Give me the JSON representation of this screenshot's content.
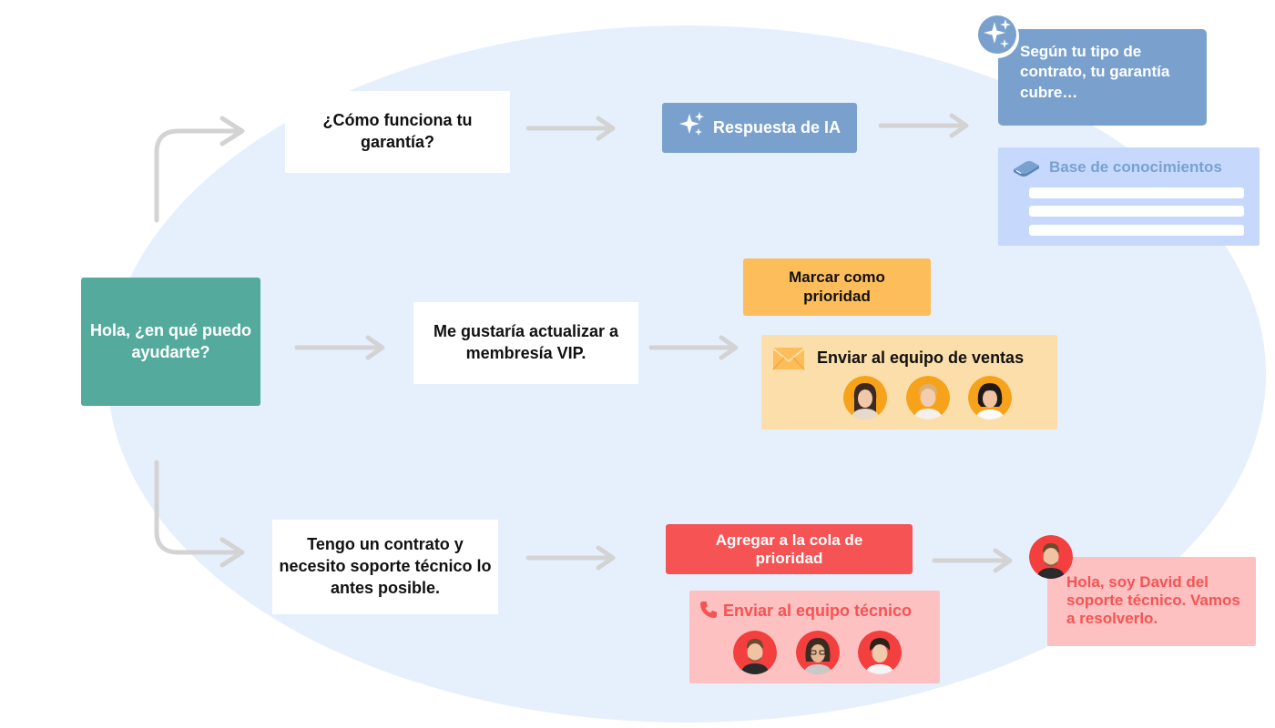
{
  "greeting": "Hola, ¿en qué puedo ayudarte?",
  "flows": [
    {
      "question": "¿Cómo funciona tu garantía?",
      "ai_label": "Respuesta de IA",
      "ai_answer": "Según tu tipo de contrato, tu garantía cubre…",
      "knowledge_base": "Base de conocimientos"
    },
    {
      "question": "Me gustaría actualizar a membresía VIP.",
      "tag": "Marcar como prioridad",
      "team": "Enviar al equipo de ventas"
    },
    {
      "question": "Tengo un contrato y necesito soporte técnico lo antes posible.",
      "tag": "Agregar a la cola de prioridad",
      "team": "Enviar al equipo técnico",
      "agent_reply": "Hola, soy David del soporte técnico. Vamos a resolverlo."
    }
  ],
  "icons": [
    "sparkles-icon",
    "book-icon",
    "envelope-icon",
    "phone-icon"
  ],
  "colors": {
    "background_blob": "#e6f0fd",
    "greeting": "#54ab9d",
    "ai": "#7aa1ce",
    "knowledge_base": "#c6d9fd",
    "sales_tag": "#fdbd5a",
    "sales_team": "#fbdea9",
    "tech_tag": "#f65354",
    "tech_team": "#fdc1c1",
    "arrow": "#d3d3d3"
  }
}
